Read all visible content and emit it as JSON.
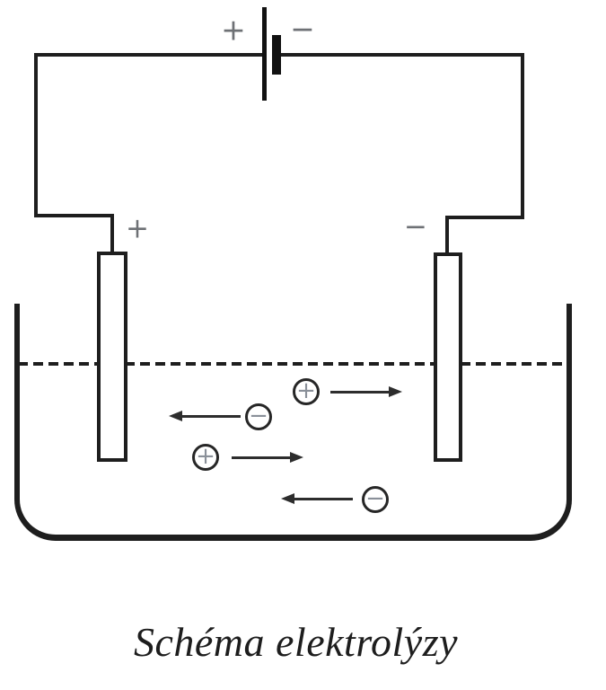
{
  "diagram": {
    "caption": "Schéma elektrolýzy",
    "battery": {
      "positive_label": "+",
      "negative_label": "−"
    },
    "electrodes": {
      "anode_label": "+",
      "cathode_label": "−"
    },
    "ions": [
      {
        "symbol": "+",
        "kind": "cation",
        "direction": "right"
      },
      {
        "symbol": "−",
        "kind": "anion",
        "direction": "left"
      },
      {
        "symbol": "+",
        "kind": "cation",
        "direction": "right"
      },
      {
        "symbol": "−",
        "kind": "anion",
        "direction": "left"
      }
    ],
    "colors": {
      "line": "#1e1e1e",
      "plate": "#111111",
      "label_gray": "#6e7175",
      "ion_sign": "#8a9099",
      "arrow": "#2d2d2d"
    }
  }
}
